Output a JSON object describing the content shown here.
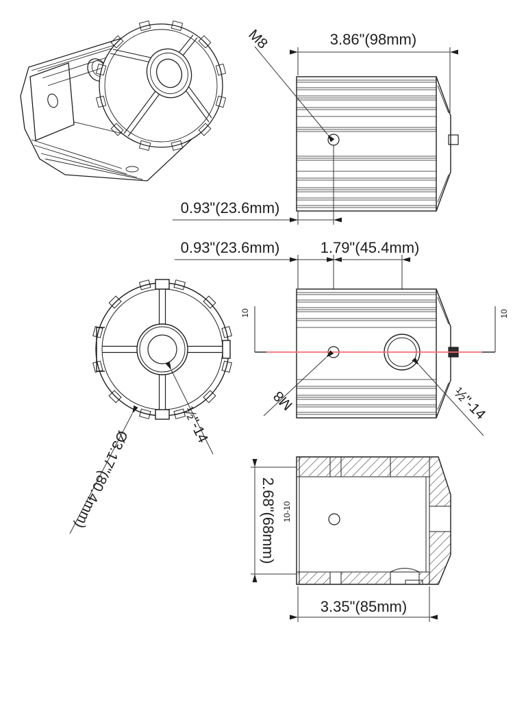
{
  "canvas": {
    "background": "#ffffff",
    "line_color": "#1d1d1d",
    "section_line_color": "#f76e6e"
  },
  "views": {
    "side_top": {
      "dim_length": "3.86\"(98mm)",
      "dim_hole_offset": "0.93\"(23.6mm)",
      "thread_label": "M8"
    },
    "section_cut": {
      "dim_hole_offset": "0.93\"(23.6mm)",
      "dim_hole_spacing": "1.79\"(45.4mm)",
      "thread_small": "M8",
      "thread_large": "½\"-14",
      "cut_marker_left": "10",
      "cut_marker_right": "10"
    },
    "front": {
      "dim_diameter": "Ø3.17\"(80.4mm)",
      "thread_center": "½\"-14"
    },
    "section_view": {
      "title": "10-10",
      "dim_height": "2.68\"(68mm)",
      "dim_width": "3.35\"(85mm)"
    }
  }
}
